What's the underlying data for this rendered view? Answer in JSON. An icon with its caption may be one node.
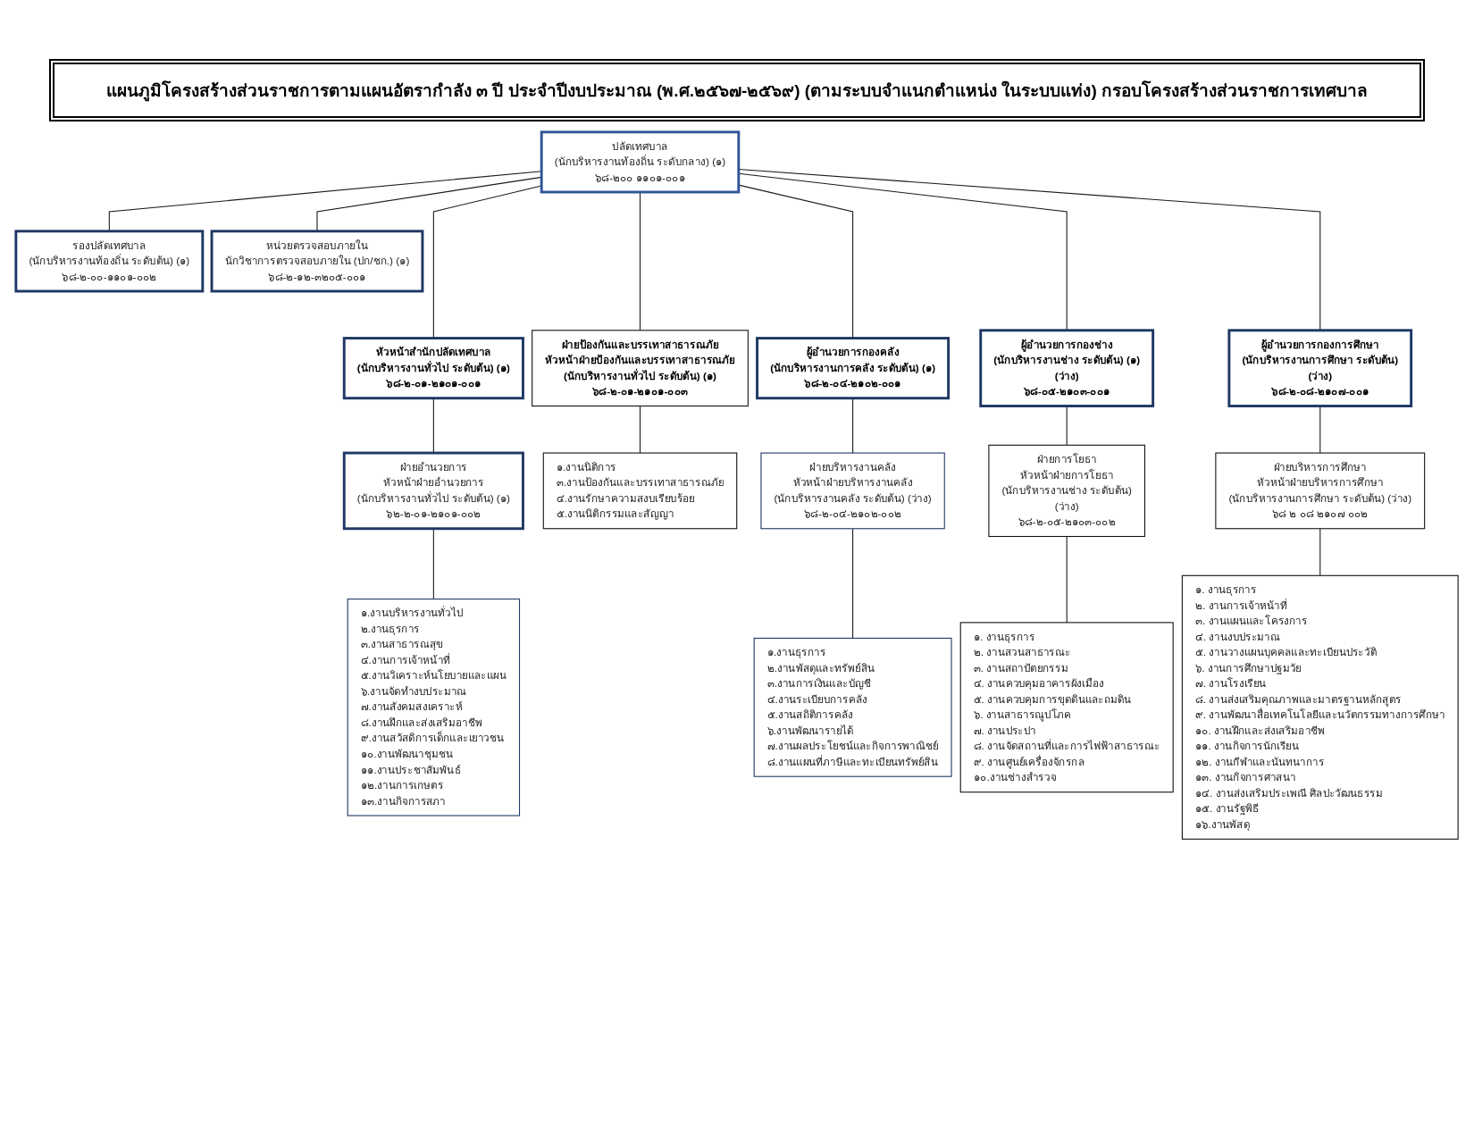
{
  "diagram": {
    "title": "แผนภูมิโครงสร้างส่วนราชการตามแผนอัตรากำลัง ๓ ปี ประจำปีงบประมาณ (พ.ศ.๒๕๖๗-๒๕๖๙) (ตามระบบจำแนกตำแหน่ง ในระบบแท่ง) กรอบโครงสร้างส่วนราชการเทศบาล",
    "nodes": [
      {
        "text": [
          "ปลัดเทศบาล",
          "(นักบริหารงานท้องถิ่น ระดับกลาง) (๑)",
          "๖๘-๒๐๐ ๑๑๐๑-๐๐๑"
        ]
      },
      {
        "text": [
          "รองปลัดเทศบาล",
          "(นักบริหารงานท้องถิ่น ระดับต้น) (๑)",
          "๖๘-๒-๐๐-๑๑๐๑-๐๐๒"
        ]
      },
      {
        "text": [
          "หน่วยตรวจสอบภายใน",
          "นักวิชาการตรวจสอบภายใน (ปก/ชก.) (๑)",
          "๖๘-๒-๑๒-๓๒๐๕-๐๐๑"
        ]
      },
      {
        "text": [
          "หัวหน้าสำนักปลัดเทศบาล",
          "(นักบริหารงานทั่วไป ระดับต้น) (๑)",
          "๖๘-๒-๐๑-๒๑๐๑-๐๐๑"
        ]
      },
      {
        "text": [
          "ฝ่ายป้องกันและบรรเทาสาธารณภัย",
          "หัวหน้าฝ่ายป้องกันและบรรเทาสาธารณภัย",
          "(นักบริหารงานทั่วไป ระดับต้น) (๑)",
          "๖๘-๒-๐๑-๒๑๐๑-๐๐๓"
        ]
      },
      {
        "text": [
          "ผู้อำนวยการกองคลัง",
          "(นักบริหารงานการคลัง ระดับต้น) (๑)",
          "๖๘-๒-๐๔-๒๑๐๒-๐๐๑"
        ]
      },
      {
        "text": [
          "ผู้อำนวยการกองช่าง",
          "(นักบริหารงานช่าง ระดับต้น) (๑)",
          "(ว่าง)",
          "๖๘-๐๕-๒๑๐๓-๐๐๑"
        ]
      },
      {
        "text": [
          "ผู้อำนวยการกองการศึกษา",
          "(นักบริหารงานการศึกษา ระดับต้น)",
          "(ว่าง)",
          "๖๘-๒-๐๘-๒๑๐๗-๐๐๑"
        ]
      },
      {
        "text": [
          "ฝ่ายอำนวยการ",
          "หัวหน้าฝ่ายอำนวยการ",
          "(นักบริหารงานทั่วไป ระดับต้น) (๑)",
          "๖๒-๒-๐๑-๒๑๐๑-๐๐๒"
        ]
      },
      {
        "text": [
          "๑.งานนิติการ",
          "๓.งานป้องกันและบรรเทาสาธารณภัย",
          "๔.งานรักษาความสงบเรียบร้อย",
          "๕.งานนิติกรรมและสัญญา"
        ]
      },
      {
        "text": [
          "ฝ่ายบริหารงานคลัง",
          "หัวหน้าฝ่ายบริหารงานคลัง",
          "(นักบริหารงานคลัง ระดับต้น) (ว่าง)",
          "๖๘-๒-๐๔-๒๑๐๒-๐๐๒"
        ]
      },
      {
        "text": [
          "ฝ่ายการโยธา",
          "หัวหน้าฝ่ายการโยธา",
          "(นักบริหารงานช่าง ระดับต้น)",
          "(ว่าง)",
          "๖๘-๒-๐๕-๒๑๐๓-๐๐๒"
        ]
      },
      {
        "text": [
          "ฝ่ายบริหารการศึกษา",
          "หัวหน้าฝ่ายบริหารการศึกษา",
          "(นักบริหารงานการศึกษา ระดับต้น) (ว่าง)",
          "๖๘ ๒ ๐๘ ๒๑๐๗ ๐๐๒"
        ]
      },
      {
        "text": [
          "๑.งานบริหารงานทั่วไป",
          "๒.งานธุรการ",
          "๓.งานสาธารณสุข",
          "๔.งานการเจ้าหน้าที่",
          "๕.งานวิเคราะห์นโยบายและแผน",
          "๖.งานจัดทำงบประมาณ",
          "๗.งานสังคมสงเคราะห์",
          "๘.งานฝึกและส่งเสริมอาชีพ",
          "๙.งานสวัสดิการเด็กและเยาวชน",
          "๑๐.งานพัฒนาชุมชน",
          "๑๑.งานประชาสัมพันธ์",
          "๑๒.งานการเกษตร",
          "๑๓.งานกิจการสภา"
        ]
      },
      {
        "text": [
          "๑.งานธุรการ",
          "๒.งานพัสดุและทรัพย์สิน",
          "๓.งานการเงินและบัญชี",
          "๔.งานระเบียบการคลัง",
          "๕.งานสถิติการคลัง",
          "๖.งานพัฒนารายได้",
          "๗.งานผลประโยชน์และกิจการพาณิชย์",
          "๘.งานแผนที่ภาษีและทะเบียนทรัพย์สิน"
        ]
      },
      {
        "text": [
          "๑. งานธุรการ",
          "๒. งานสวนสาธารณะ",
          "๓. งานสถาปัตยกรรม",
          "๔. งานควบคุมอาคารผังเมือง",
          "๕. งานควบคุมการขุดดินและถมดิน",
          "๖. งานสาธารณูปโภค",
          "๗. งานประปา",
          "๘. งานจัดสถานที่และการไฟฟ้าสาธารณะ",
          "๙. งานศูนย์เครื่องจักรกล",
          "๑๐.งานช่างสำรวจ"
        ]
      },
      {
        "text": [
          "๑. งานธุรการ",
          "๒. งานการเจ้าหน้าที่",
          "๓. งานแผนและโครงการ",
          "๔. งานงบประมาณ",
          "๕. งานวางแผนบุคคลและทะเบียนประวัติ",
          "๖. งานการศึกษาปฐมวัย",
          "๗. งานโรงเรียน",
          "๘. งานส่งเสริมคุณภาพและมาตรฐานหลักสูตร",
          "๙. งานพัฒนาสื่อเทคโนโลยีและนวัตกรรมทางการศึกษา",
          "๑๐. งานฝึกและส่งเสริมอาชีพ",
          "๑๑. งานกิจการนักเรียน",
          "๑๒. งานกีฬาและนันทนาการ",
          "๑๓. งานกิจการศาสนา",
          "๑๔. งานส่งเสริมประเพณี ศิลปะวัฒนธรรม",
          "๑๕. งานรัฐพิธี",
          "๑๖.งานพัสดุ"
        ]
      }
    ],
    "edges": [
      {
        "from": 0,
        "to": 1,
        "arrow": "none"
      },
      {
        "from": 0,
        "to": 2,
        "arrow": "none"
      },
      {
        "from": 0,
        "to": 3,
        "arrow": "none"
      },
      {
        "from": 0,
        "to": 4,
        "arrow": "none"
      },
      {
        "from": 0,
        "to": 5,
        "arrow": "none"
      },
      {
        "from": 0,
        "to": 6,
        "arrow": "none"
      },
      {
        "from": 0,
        "to": 7,
        "arrow": "none"
      },
      {
        "from": 3,
        "to": 8,
        "arrow": "none"
      },
      {
        "from": 8,
        "to": 13,
        "arrow": "none"
      },
      {
        "from": 4,
        "to": 9,
        "arrow": "none"
      },
      {
        "from": 5,
        "to": 10,
        "arrow": "none"
      },
      {
        "from": 10,
        "to": 14,
        "arrow": "none"
      },
      {
        "from": 6,
        "to": 11,
        "arrow": "none"
      },
      {
        "from": 11,
        "to": 15,
        "arrow": "none"
      },
      {
        "from": 7,
        "to": 12,
        "arrow": "none"
      },
      {
        "from": 12,
        "to": 16,
        "arrow": "none"
      }
    ]
  }
}
